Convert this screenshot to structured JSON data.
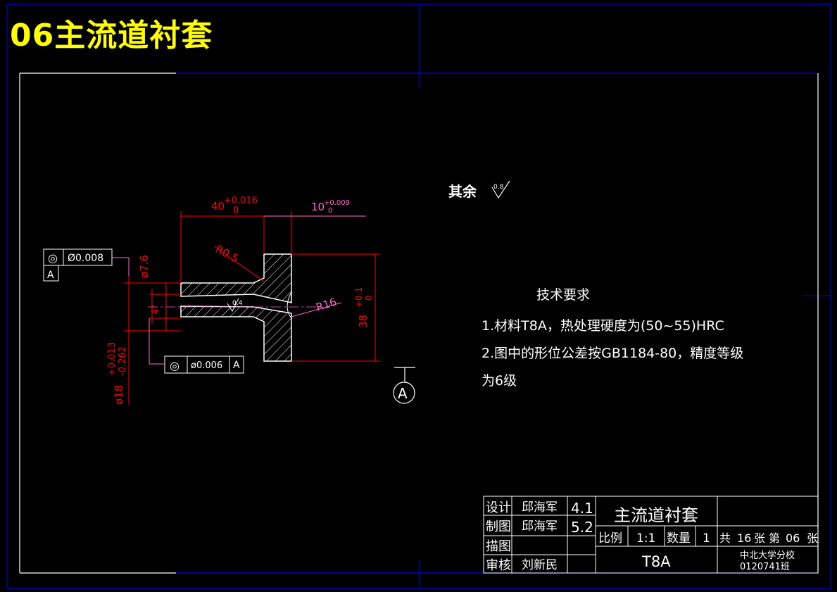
{
  "page_title": "06主流道衬套",
  "colors": {
    "background": "#000000",
    "heading": "#ffff00",
    "outline": "#ffffff",
    "dimension": "#ff0000",
    "leader": "#ff66cc",
    "sheet_marks": "#0000ff"
  },
  "surface_note": {
    "label": "其余",
    "roughness": "0.8"
  },
  "tech_requirements": {
    "title": "技术要求",
    "lines": [
      "1.材料T8A，热处理硬度为(50~55)HRC",
      "2.图中的形位公差按GB1184-80，精度等级",
      "为6级"
    ]
  },
  "dimensions": {
    "length_40": {
      "nominal": "40",
      "upper": "+0.016",
      "lower": "0"
    },
    "length_10": {
      "nominal": "10",
      "upper": "+0.009",
      "lower": "0"
    },
    "dia_38": {
      "nominal": "38",
      "upper": "+0.1",
      "lower": "0"
    },
    "dia_18": {
      "nominal": "ø18",
      "upper": "+0.013",
      "lower": "-0.262"
    },
    "dia_7_6": "ø7.6",
    "taper": "4°",
    "radius_small": "R0.5",
    "radius_large": "R16",
    "inner_roughness": "0.4"
  },
  "tolerance_frames": {
    "upper": {
      "symbol": "◎",
      "value": "Ø0.008",
      "datum": "A"
    },
    "lower": {
      "symbol": "◎",
      "value": "ø0.006",
      "datum": "A"
    }
  },
  "datum_label": "A",
  "title_block": {
    "part_name": "主流道衬套",
    "material": "T8A",
    "school": "中北大学分校",
    "class_code": "0120741班",
    "rows": [
      {
        "role": "设计",
        "name": "邱海军",
        "date": "4.1"
      },
      {
        "role": "制图",
        "name": "邱海军",
        "date": "5.2"
      },
      {
        "role": "描图",
        "name": "",
        "date": ""
      },
      {
        "role": "审核",
        "name": "刘新民",
        "date": ""
      }
    ],
    "scale_label": "比例",
    "scale_value": "1:1",
    "qty_label": "数量",
    "qty_value": "1",
    "total_prefix": "共",
    "total_value": "16",
    "total_unit": "张",
    "sheet_prefix": "第",
    "sheet_value": "06",
    "sheet_unit": "张"
  }
}
